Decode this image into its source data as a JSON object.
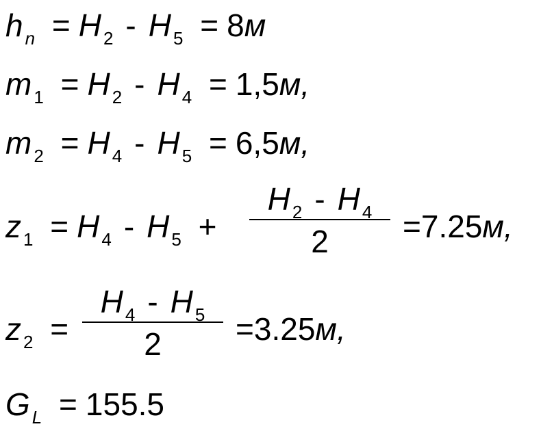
{
  "equations": {
    "hn": {
      "lhs": "h",
      "lhs_sub": "n",
      "t1": "H",
      "t1_sub": "2",
      "minus": "-",
      "t2": "H",
      "t2_sub": "5",
      "eq2": "=",
      "value": "8",
      "unit": "м"
    },
    "m1": {
      "lhs": "m",
      "lhs_sub": "1",
      "t1": "H",
      "t1_sub": "2",
      "minus": "-",
      "t2": "H",
      "t2_sub": "4",
      "eq2": "=",
      "value": "1,5",
      "unit": "м,"
    },
    "m2": {
      "lhs": "m",
      "lhs_sub": "2",
      "t1": "H",
      "t1_sub": "4",
      "minus": "-",
      "t2": "H",
      "t2_sub": "5",
      "eq2": "=",
      "value": "6,5",
      "unit": "м,"
    },
    "z1": {
      "lhs": "z",
      "lhs_sub": "1",
      "t1": "H",
      "t1_sub": "4",
      "minus": "-",
      "t2": "H",
      "t2_sub": "5",
      "plus": "+",
      "num_t1": "H",
      "num_t1_sub": "2",
      "num_minus": "-",
      "num_t2": "H",
      "num_t2_sub": "4",
      "den": "2",
      "eq2": "=",
      "value": "7.25",
      "unit": "м,"
    },
    "z2": {
      "lhs": "z",
      "lhs_sub": "2",
      "num_t1": "H",
      "num_t1_sub": "4",
      "num_minus": "-",
      "num_t2": "H",
      "num_t2_sub": "5",
      "den": "2",
      "eq2": "=",
      "value": "3.25",
      "unit": "м,"
    },
    "gl": {
      "lhs": "G",
      "lhs_sub": "L",
      "eq": "=",
      "value": "155.5"
    },
    "equals": "="
  }
}
